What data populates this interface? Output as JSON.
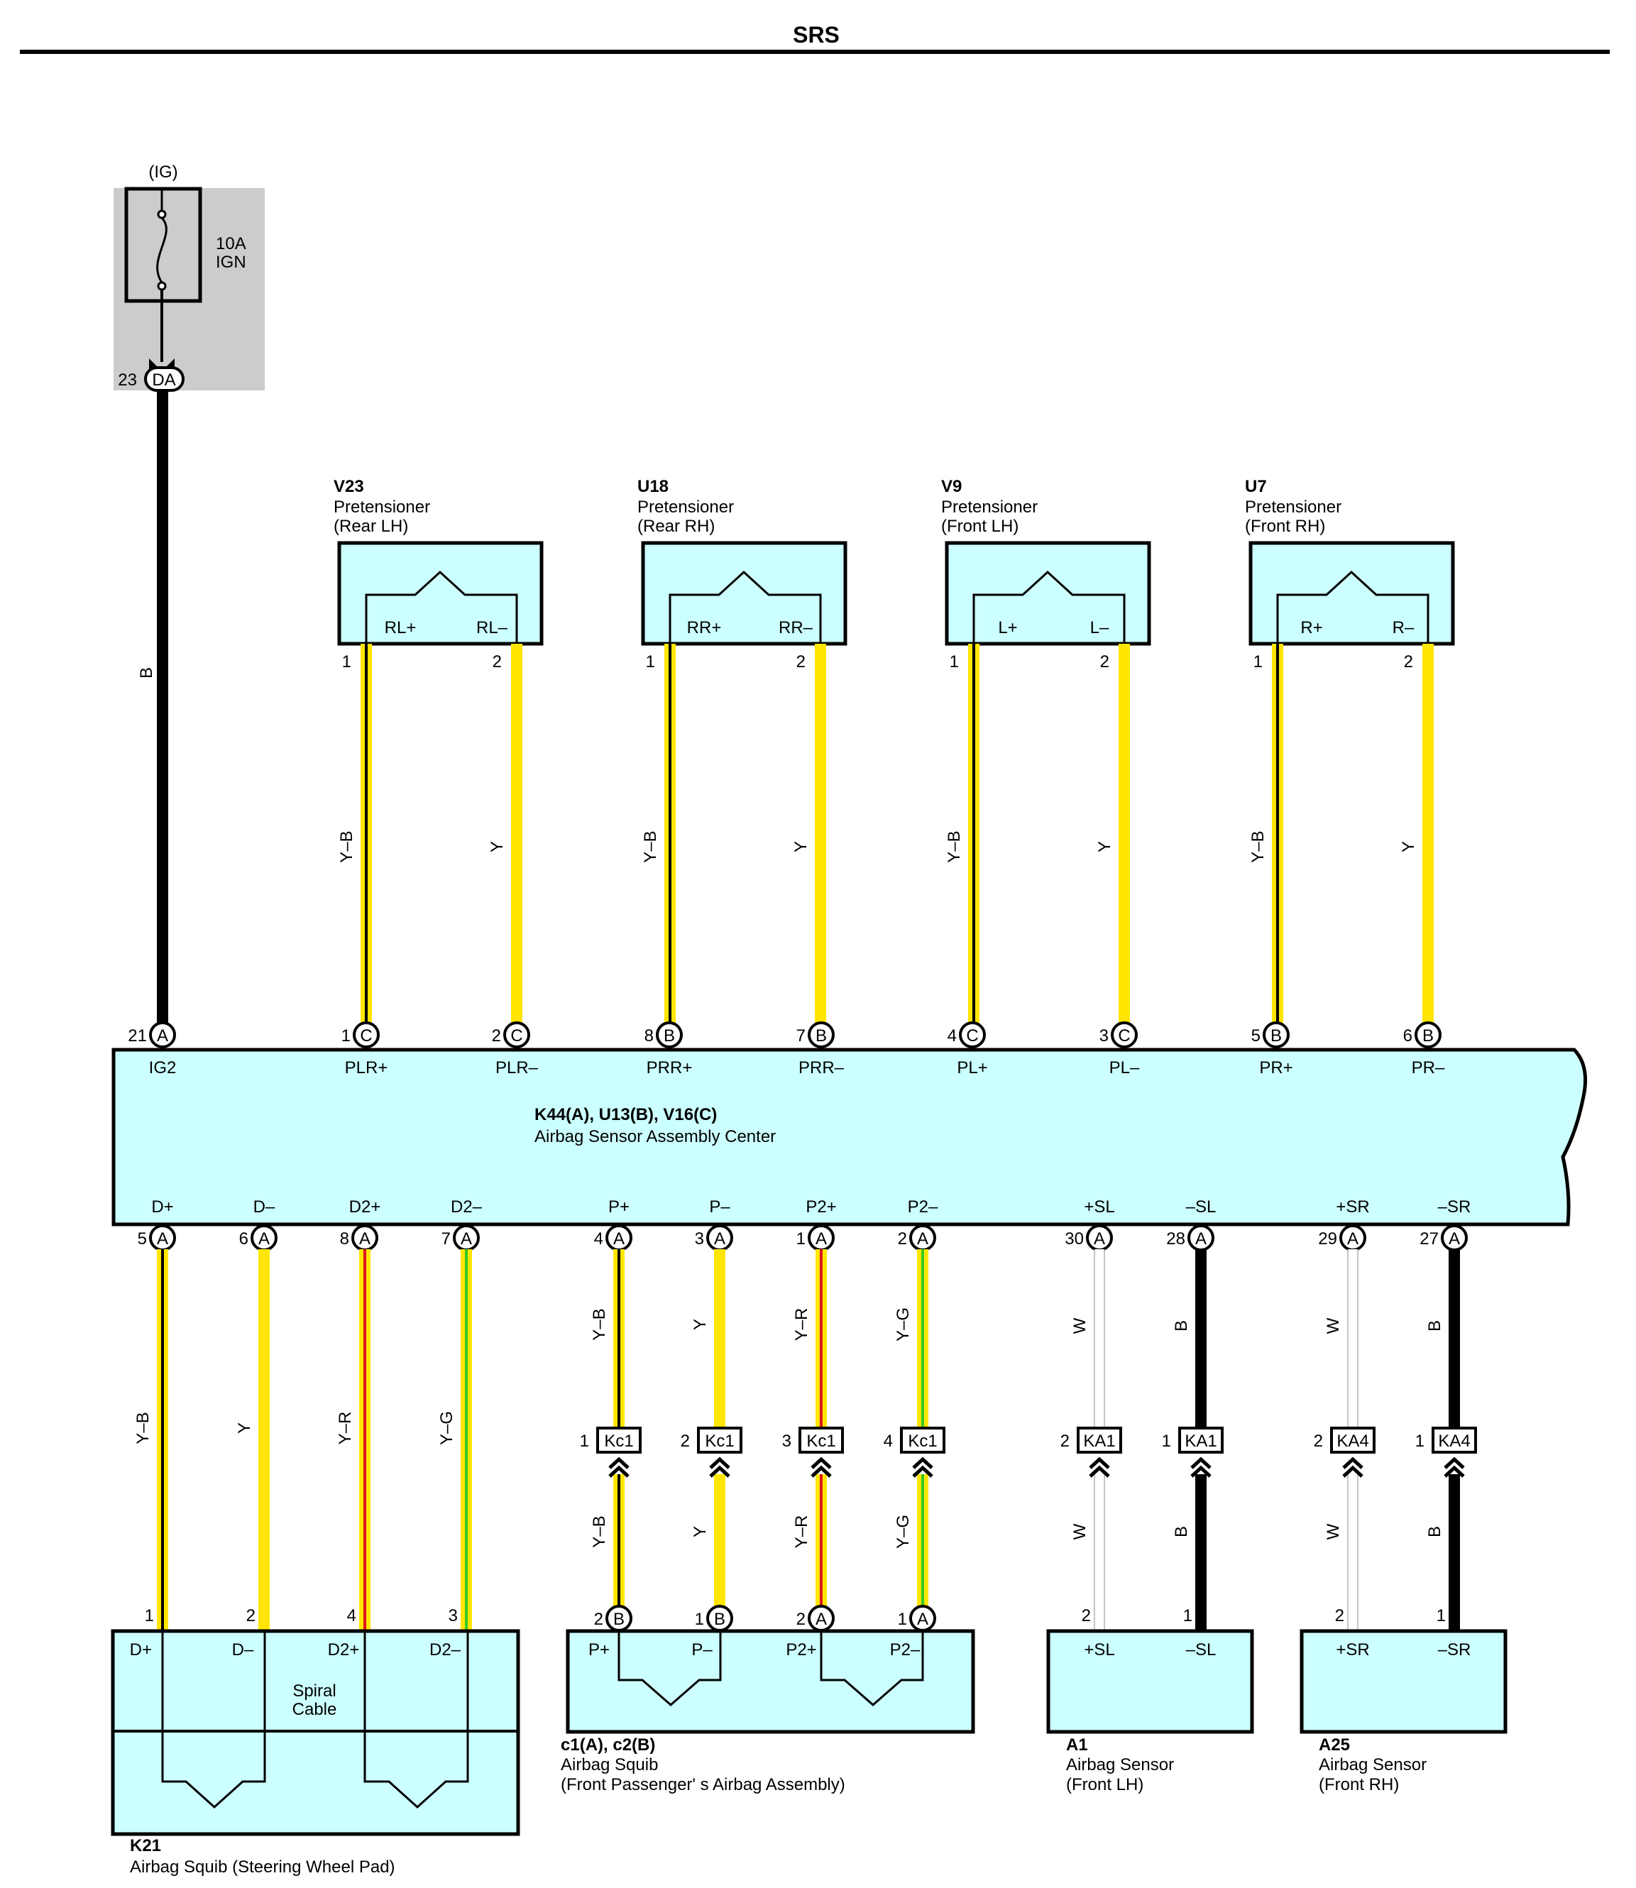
{
  "header": {
    "title": "SRS"
  },
  "fuse": {
    "circuit": "(IG)",
    "rating": "10A",
    "name": "IGN",
    "pin": "23",
    "connector": "DA"
  },
  "main_wire": {
    "color_code": "B"
  },
  "pretensioners": [
    {
      "id": "V23",
      "name": "Pretensioner",
      "position": "(Rear LH)",
      "pin1_label": "RL+",
      "pin2_label": "RL–",
      "pin1": "1",
      "pin2": "2",
      "wire1": "Y–B",
      "wire2": "Y",
      "ecu_pin1": "1",
      "ecu_conn1": "C",
      "ecu_pin2": "2",
      "ecu_conn2": "C"
    },
    {
      "id": "U18",
      "name": "Pretensioner",
      "position": "(Rear RH)",
      "pin1_label": "RR+",
      "pin2_label": "RR–",
      "pin1": "1",
      "pin2": "2",
      "wire1": "Y–B",
      "wire2": "Y",
      "ecu_pin1": "8",
      "ecu_conn1": "B",
      "ecu_pin2": "7",
      "ecu_conn2": "B"
    },
    {
      "id": "V9",
      "name": "Pretensioner",
      "position": "(Front LH)",
      "pin1_label": "L+",
      "pin2_label": "L–",
      "pin1": "1",
      "pin2": "2",
      "wire1": "Y–B",
      "wire2": "Y",
      "ecu_pin1": "4",
      "ecu_conn1": "C",
      "ecu_pin2": "3",
      "ecu_conn2": "C"
    },
    {
      "id": "U7",
      "name": "Pretensioner",
      "position": "(Front RH)",
      "pin1_label": "R+",
      "pin2_label": "R–",
      "pin1": "1",
      "pin2": "2",
      "wire1": "Y–B",
      "wire2": "Y",
      "ecu_pin1": "5",
      "ecu_conn1": "B",
      "ecu_pin2": "6",
      "ecu_conn2": "B"
    }
  ],
  "ecu": {
    "id": "K44(A), U13(B), V16(C)",
    "name": "Airbag Sensor Assembly Center",
    "ig_pin": "21",
    "ig_conn": "A",
    "ig_label": "IG2",
    "top_labels": [
      "PLR+",
      "PLR–",
      "PRR+",
      "PRR–",
      "PL+",
      "PL–",
      "PR+",
      "PR–"
    ],
    "bottom_terminals": [
      {
        "label": "D+",
        "pin": "5",
        "conn": "A"
      },
      {
        "label": "D–",
        "pin": "6",
        "conn": "A"
      },
      {
        "label": "D2+",
        "pin": "8",
        "conn": "A"
      },
      {
        "label": "D2–",
        "pin": "7",
        "conn": "A"
      },
      {
        "label": "P+",
        "pin": "4",
        "conn": "A"
      },
      {
        "label": "P–",
        "pin": "3",
        "conn": "A"
      },
      {
        "label": "P2+",
        "pin": "1",
        "conn": "A"
      },
      {
        "label": "P2–",
        "pin": "2",
        "conn": "A"
      },
      {
        "label": "+SL",
        "pin": "30",
        "conn": "A"
      },
      {
        "label": "–SL",
        "pin": "28",
        "conn": "A"
      },
      {
        "label": "+SR",
        "pin": "29",
        "conn": "A"
      },
      {
        "label": "–SR",
        "pin": "27",
        "conn": "A"
      }
    ]
  },
  "wires_lower": [
    {
      "upper": "Y–B",
      "lower": "Y–B"
    },
    {
      "upper": "Y",
      "lower": "Y"
    },
    {
      "upper": "Y–R",
      "lower": "Y–R"
    },
    {
      "upper": "Y–G",
      "lower": "Y–G"
    },
    {
      "upper": "W",
      "lower": "W"
    },
    {
      "upper": "B",
      "lower": "B"
    },
    {
      "upper": "W",
      "lower": "W"
    },
    {
      "upper": "B",
      "lower": "B"
    }
  ],
  "single_wires": [
    "Y–B",
    "Y",
    "Y–R",
    "Y–G"
  ],
  "junctions": [
    {
      "pin": "1",
      "conn": "Kc1"
    },
    {
      "pin": "2",
      "conn": "Kc1"
    },
    {
      "pin": "3",
      "conn": "Kc1"
    },
    {
      "pin": "4",
      "conn": "Kc1"
    },
    {
      "pin": "2",
      "conn": "KA1"
    },
    {
      "pin": "1",
      "conn": "KA1"
    },
    {
      "pin": "2",
      "conn": "KA4"
    },
    {
      "pin": "1",
      "conn": "KA4"
    }
  ],
  "k21": {
    "id": "K21",
    "name": "Airbag Squib (Steering Wheel Pad)",
    "inner_label_1": "Spiral",
    "inner_label_2": "Cable",
    "pins": [
      "1",
      "2",
      "4",
      "3"
    ],
    "labels": [
      "D+",
      "D–",
      "D2+",
      "D2–"
    ]
  },
  "c1c2": {
    "id": "c1(A), c2(B)",
    "name": "Airbag Squib",
    "position": "(Front Passenger' s Airbag Assembly)",
    "pins": [
      {
        "pin": "2",
        "conn": "B"
      },
      {
        "pin": "1",
        "conn": "B"
      },
      {
        "pin": "2",
        "conn": "A"
      },
      {
        "pin": "1",
        "conn": "A"
      }
    ],
    "labels": [
      "P+",
      "P–",
      "P2+",
      "P2–"
    ]
  },
  "a1": {
    "id": "A1",
    "name": "Airbag Sensor",
    "position": "(Front LH)",
    "pins": [
      "2",
      "1"
    ],
    "labels": [
      "+SL",
      "–SL"
    ]
  },
  "a25": {
    "id": "A25",
    "name": "Airbag Sensor",
    "position": "(Front RH)",
    "pins": [
      "2",
      "1"
    ],
    "labels": [
      "+SR",
      "–SR"
    ]
  },
  "colors": {
    "yellow": "#FFE600",
    "red": "#E0141E",
    "green": "#34C825",
    "fill": "#CCFFFF",
    "gray": "#CCCCCC"
  }
}
